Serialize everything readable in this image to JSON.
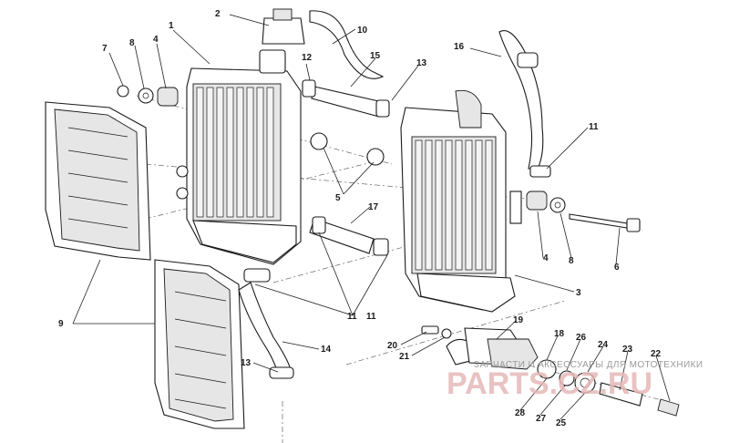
{
  "watermark": {
    "tagline": "ЗАПЧАСТИ И АКСЕССУАРЫ ДЛЯ МОТОТЕХНИКИ",
    "logo": "PARTS.CZ.RU",
    "color": "#e6b8b8"
  },
  "parts": [
    {
      "id": "1"
    },
    {
      "id": "2"
    },
    {
      "id": "3"
    },
    {
      "id": "4"
    },
    {
      "id": "5"
    },
    {
      "id": "6"
    },
    {
      "id": "7"
    },
    {
      "id": "8"
    },
    {
      "id": "9"
    },
    {
      "id": "10"
    },
    {
      "id": "11"
    },
    {
      "id": "12"
    },
    {
      "id": "13"
    },
    {
      "id": "14"
    },
    {
      "id": "15"
    },
    {
      "id": "16"
    },
    {
      "id": "17"
    },
    {
      "id": "18"
    },
    {
      "id": "19"
    },
    {
      "id": "20"
    },
    {
      "id": "21"
    },
    {
      "id": "22"
    },
    {
      "id": "23"
    },
    {
      "id": "24"
    },
    {
      "id": "25"
    },
    {
      "id": "26"
    },
    {
      "id": "27"
    },
    {
      "id": "28"
    }
  ],
  "labels": {
    "p1": "1",
    "p2": "2",
    "p3": "3",
    "p4a": "4",
    "p4b": "4",
    "p5": "5",
    "p6": "6",
    "p7": "7",
    "p8a": "8",
    "p8b": "8",
    "p9": "9",
    "p10": "10",
    "p11a": "11",
    "p11b": "11",
    "p11c": "11",
    "p12": "12",
    "p13a": "13",
    "p13b": "13",
    "p14": "14",
    "p15": "15",
    "p16": "16",
    "p17": "17",
    "p18": "18",
    "p19": "19",
    "p20": "20",
    "p21": "21",
    "p22": "22",
    "p23": "23",
    "p24": "24",
    "p25": "25",
    "p26": "26",
    "p27": "27",
    "p28": "28"
  }
}
